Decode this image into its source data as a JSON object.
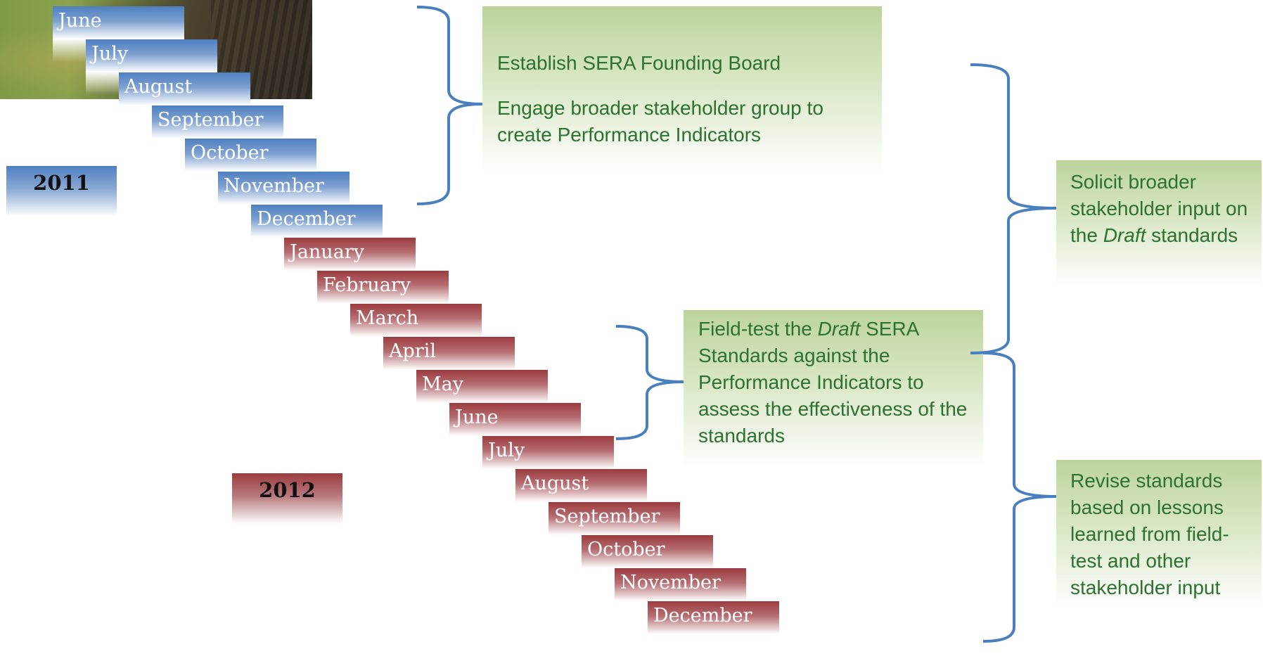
{
  "timeline": {
    "years": [
      {
        "label": "2011",
        "color": "#4f7fc0"
      },
      {
        "label": "2012",
        "color": "#9b3b3e"
      }
    ],
    "months_2011": [
      "June",
      "July",
      "August",
      "September",
      "October",
      "November",
      "December"
    ],
    "months_2012": [
      "January",
      "February",
      "March",
      "April",
      "May",
      "June",
      "July",
      "August",
      "September",
      "October",
      "November",
      "December"
    ]
  },
  "tasks": {
    "founding_board": "Establish SERA Founding Board",
    "performance_indicators": "Engage broader stakeholder group to create Performance Indicators",
    "field_test": {
      "prefix": "Field-test the ",
      "emphasis": "Draft",
      "suffix": " SERA Standards against the Performance Indicators to assess the effectiveness of the standards"
    },
    "solicit_input": {
      "prefix": "Solicit broader stakeholder input on the ",
      "emphasis": "Draft",
      "suffix": " standards"
    },
    "revise_standards": "Revise standards based on lessons learned from field-test and other stakeholder input"
  },
  "colors": {
    "brace": "#4a7fbf",
    "task_text": "#2c7230",
    "task_bg": "#bcd49b"
  },
  "icons": [
    "photo-landscape",
    "curly-brace"
  ]
}
